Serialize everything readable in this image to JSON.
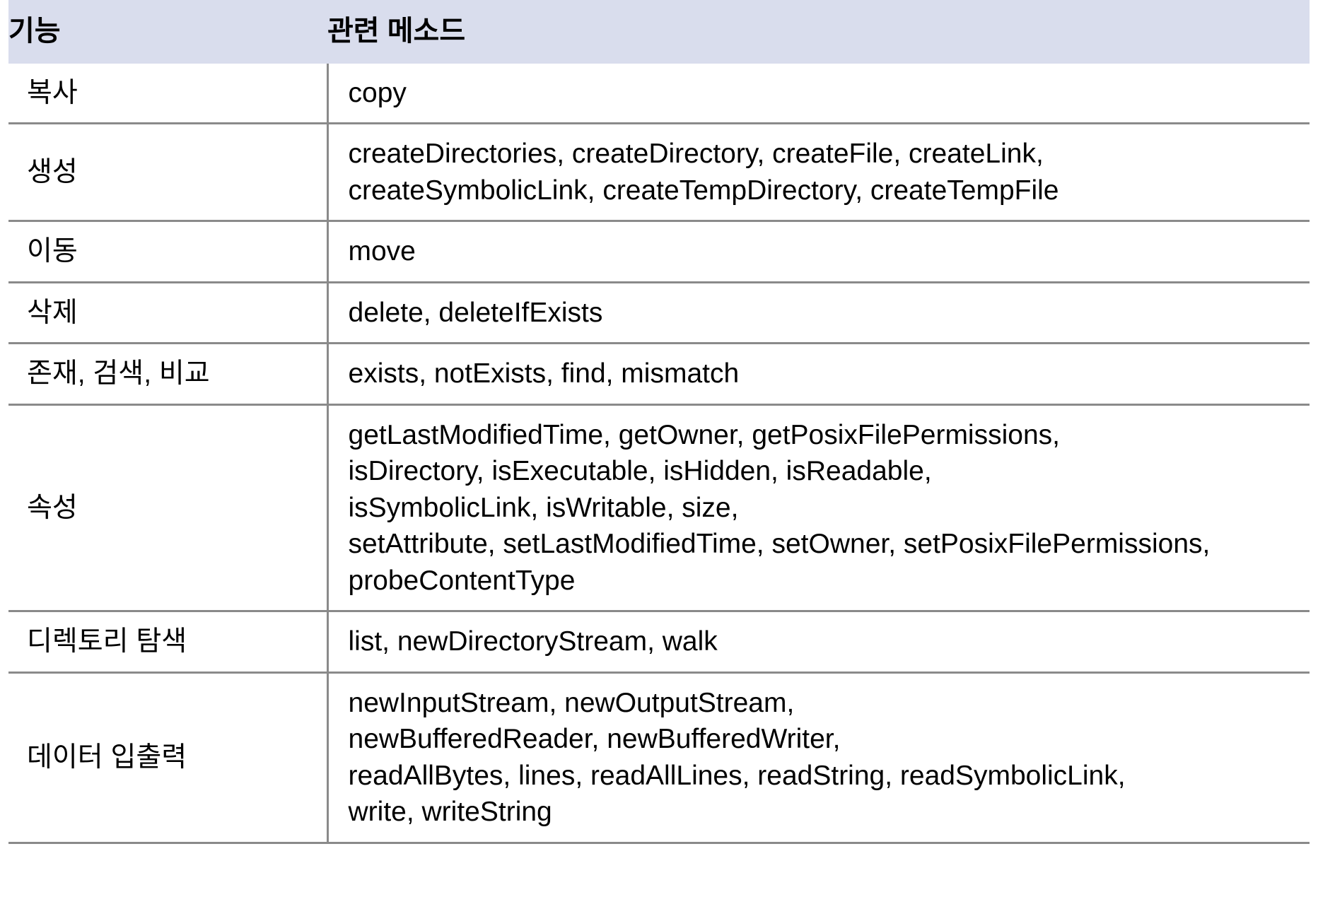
{
  "table": {
    "title_row": {
      "feature_header": "기능",
      "methods_header": "관련 메소드"
    },
    "header_bg": "#d9dded",
    "rule_color": "#8a8a8a",
    "rows": [
      {
        "feature": "복사",
        "methods": [
          "copy"
        ]
      },
      {
        "feature": "생성",
        "methods": [
          "createDirectories, createDirectory, createFile, createLink,",
          "createSymbolicLink, createTempDirectory, createTempFile"
        ]
      },
      {
        "feature": "이동",
        "methods": [
          "move"
        ]
      },
      {
        "feature": "삭제",
        "methods": [
          "delete, deleteIfExists"
        ]
      },
      {
        "feature": "존재, 검색, 비교",
        "methods": [
          "exists, notExists, find, mismatch"
        ]
      },
      {
        "feature": "속성",
        "methods": [
          "getLastModifiedTime, getOwner, getPosixFilePermissions,",
          "isDirectory, isExecutable, isHidden, isReadable,",
          "isSymbolicLink, isWritable, size,",
          "setAttribute, setLastModifiedTime, setOwner, setPosixFilePermissions,",
          "probeContentType"
        ]
      },
      {
        "feature": "디렉토리 탐색",
        "methods": [
          "list, newDirectoryStream, walk"
        ]
      },
      {
        "feature": "데이터 입출력",
        "methods": [
          "newInputStream, newOutputStream,",
          "newBufferedReader, newBufferedWriter,",
          "readAllBytes, lines, readAllLines, readString, readSymbolicLink,",
          "write, writeString"
        ]
      }
    ]
  }
}
